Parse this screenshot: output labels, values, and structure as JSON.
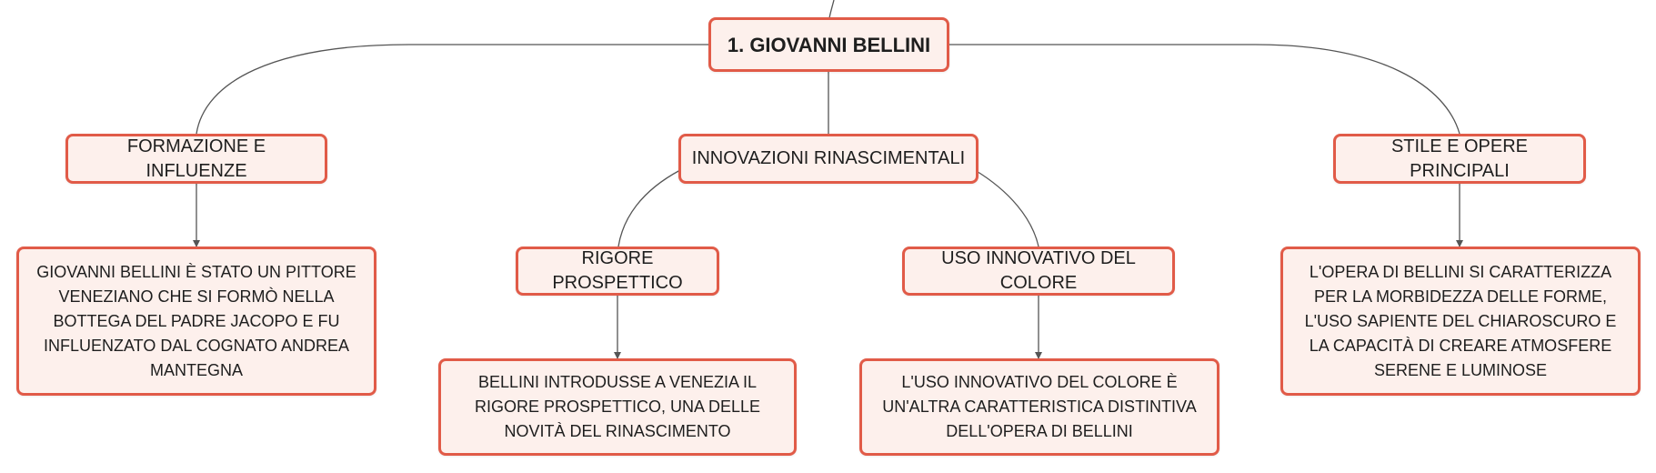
{
  "diagram": {
    "root": {
      "label": "1. GIOVANNI BELLINI"
    },
    "branches": {
      "formazione": {
        "label": "FORMAZIONE E INFLUENZE",
        "detail": "GIOVANNI BELLINI È STATO UN PITTORE VENEZIANO CHE SI FORMÒ NELLA BOTTEGA DEL PADRE JACOPO E FU INFLUENZATO DAL COGNATO ANDREA MANTEGNA"
      },
      "innovazioni": {
        "label": "INNOVAZIONI RINASCIMENTALI",
        "sub": {
          "rigore": {
            "label": "RIGORE PROSPETTICO",
            "detail": "BELLINI INTRODUSSE A VENEZIA IL RIGORE PROSPETTICO, UNA DELLE NOVITÀ DEL RINASCIMENTO"
          },
          "colore": {
            "label": "USO INNOVATIVO DEL COLORE",
            "detail": "L'USO INNOVATIVO DEL COLORE È UN'ALTRA CARATTERISTICA DISTINTIVA DELL'OPERA DI BELLINI"
          }
        }
      },
      "stile": {
        "label": "STILE E OPERE PRINCIPALI",
        "detail": "L'OPERA DI BELLINI SI CARATTERIZZA PER LA MORBIDEZZA DELLE FORME, L'USO SAPIENTE DEL CHIAROSCURO E LA CAPACITÀ DI CREARE ATMOSFERE SERENE E LUMINOSE"
      }
    },
    "colors": {
      "node_border": "#e15b48",
      "node_fill": "#fdf0ec",
      "connector": "#555555",
      "text": "#1e1e1e"
    }
  }
}
